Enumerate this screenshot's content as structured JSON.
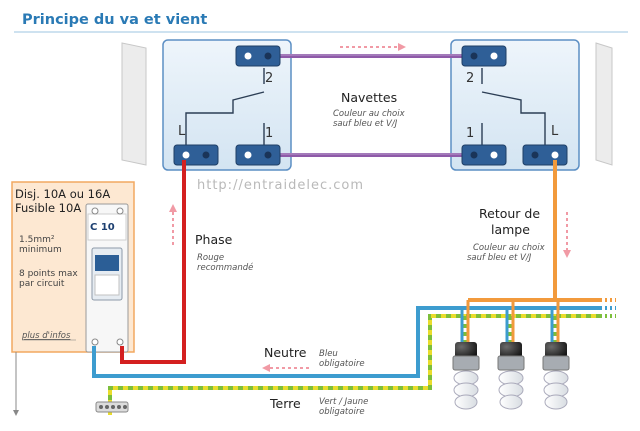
{
  "title": "Principe du va et vient",
  "watermark": "http://entraidelec.com",
  "switches": {
    "terminal_common": "L",
    "terminal_1": "1",
    "terminal_2": "2"
  },
  "navettes": {
    "label": "Navettes",
    "note_line1": "Couleur au choix",
    "note_line2": "sauf bleu et V/J"
  },
  "breaker": {
    "line1": "Disj. 10A ou 16A",
    "line2": "Fusible 10A",
    "section_line1": "1.5mm²",
    "section_line2": "minimum",
    "points_line1": "8 points max",
    "points_line2": "par circuit",
    "more_info": "plus d'infos",
    "rating": "C 10"
  },
  "phase": {
    "label": "Phase",
    "note_line1": "Rouge",
    "note_line2": "recommandé"
  },
  "retour": {
    "label_line1": "Retour de",
    "label_line2": "lampe",
    "note_line1": "Couleur au choix",
    "note_line2": "sauf bleu et V/J"
  },
  "neutre": {
    "label": "Neutre",
    "note_line1": "Bleu",
    "note_line2": "obligatoire"
  },
  "terre": {
    "label": "Terre",
    "note_line1": "Vert / Jaune",
    "note_line2": "obligatoire"
  },
  "colors": {
    "title": "#2a7ab5",
    "switch_face": "#e3eef8",
    "terminal": "#2f5f97",
    "navette_wire": "#8e5aa8",
    "phase_wire": "#d42020",
    "neutral_wire": "#3d9ccf",
    "return_wire": "#f29a3c",
    "earth_green": "#7cbf3b",
    "earth_yellow": "#e9dc2c",
    "breaker_panel": "#fde8d2",
    "arrow_pink": "#f19aa5"
  }
}
